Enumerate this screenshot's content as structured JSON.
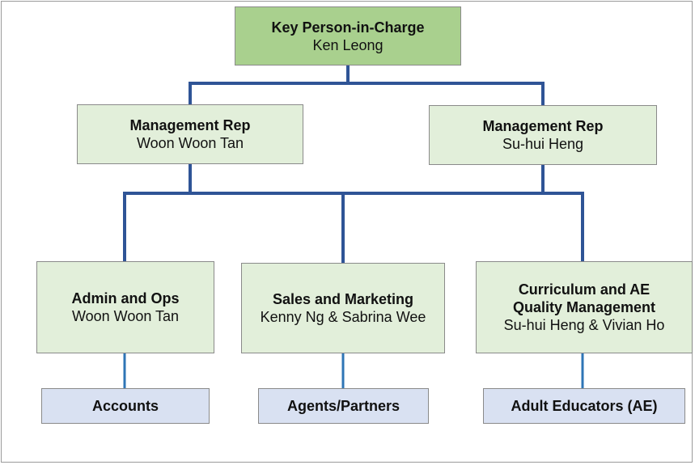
{
  "colors": {
    "connector": "#2f5496",
    "connector_light": "#2e75b6",
    "top_box": "#a9d08e",
    "mid_box": "#e2efda",
    "leaf_box": "#d9e1f2"
  },
  "org": {
    "top": {
      "title": "Key Person-in-Charge",
      "name": "Ken Leong"
    },
    "rep_left": {
      "title": "Management Rep",
      "name": "Woon Woon Tan"
    },
    "rep_right": {
      "title": "Management Rep",
      "name": "Su-hui Heng"
    },
    "dept_admin": {
      "title": "Admin and Ops",
      "name": "Woon Woon Tan"
    },
    "dept_sales": {
      "title": "Sales and Marketing",
      "name": "Kenny Ng & Sabrina Wee"
    },
    "dept_curriculum": {
      "title": "Curriculum and AE Quality Management",
      "name": "Su-hui Heng & Vivian Ho"
    },
    "leaf_accounts": {
      "title": "Accounts"
    },
    "leaf_agents": {
      "title": "Agents/Partners"
    },
    "leaf_educators": {
      "title": "Adult Educators (AE)"
    }
  }
}
